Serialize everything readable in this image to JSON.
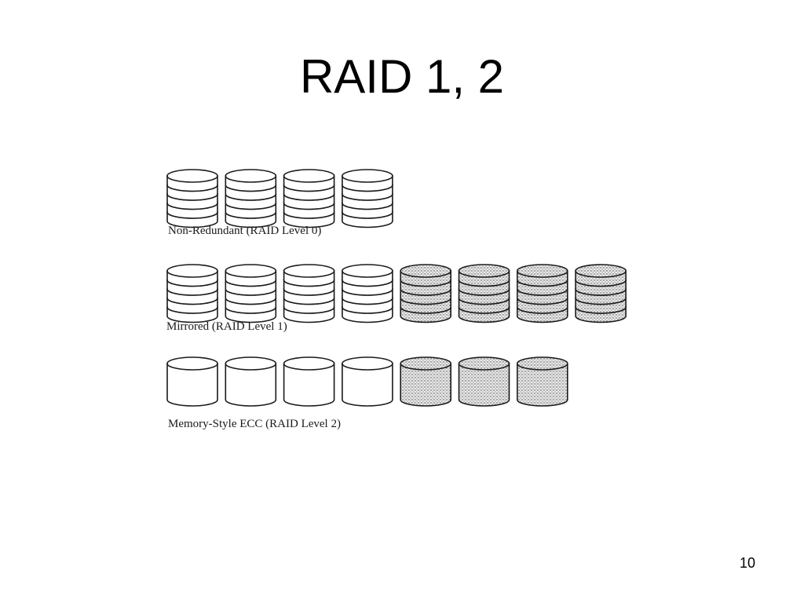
{
  "slide": {
    "title": "RAID 1, 2",
    "page_number": "10"
  },
  "diagram": {
    "rows": [
      {
        "label": "Non-Redundant (RAID Level 0)",
        "disk_style": "platter-stack",
        "data_disks": 4,
        "redundant_disks": 0
      },
      {
        "label": "Mirrored (RAID Level 1)",
        "disk_style": "platter-stack",
        "data_disks": 4,
        "redundant_disks": 4
      },
      {
        "label": "Memory-Style ECC (RAID Level 2)",
        "disk_style": "plain-cylinder",
        "data_disks": 4,
        "redundant_disks": 3
      }
    ],
    "colors": {
      "outline": "#1a1a1a",
      "data_fill": "#ffffff",
      "redundant_fill": "#dcdcdc"
    }
  }
}
